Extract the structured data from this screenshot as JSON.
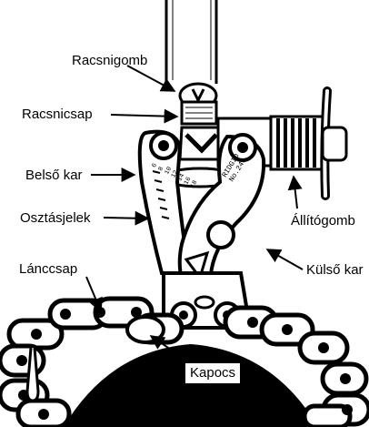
{
  "labels": {
    "racsnigomb": "Racsnigomb",
    "racsnicsap": "Racsnicsap",
    "belso_kar": "Belső kar",
    "osztasjelek": "Osztásjelek",
    "lanccsap": "Lánccsap",
    "kapocs": "Kapocs",
    "allitogomb": "Állítógomb",
    "kulso_kar": "Külső kar"
  },
  "arm_markings": {
    "inner": "6\n8\n10\n12\n14\n16\n18",
    "outer": "RIDGID\nNo.246"
  },
  "colors": {
    "ink": "#000000",
    "paper": "#ffffff",
    "shade": "#222222"
  }
}
